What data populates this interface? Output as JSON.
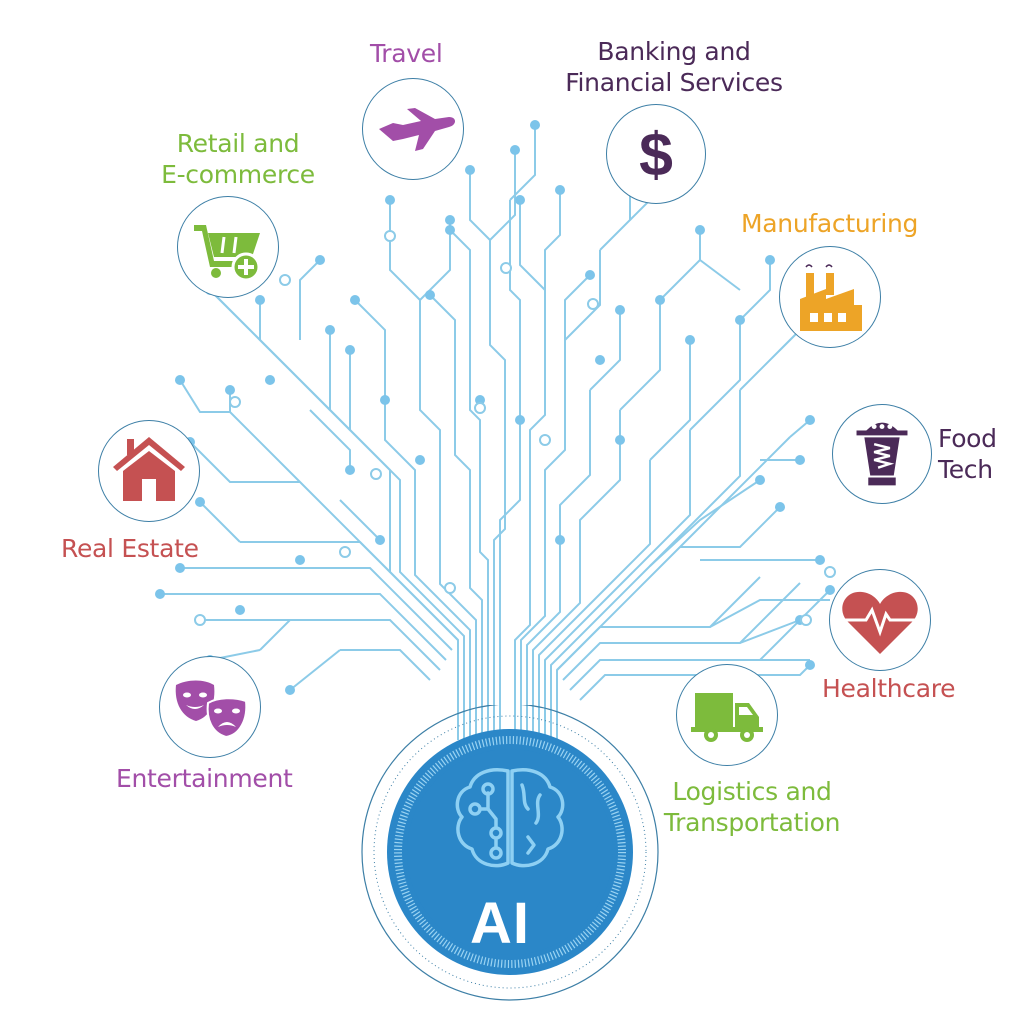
{
  "diagram": {
    "center": {
      "label": "AI",
      "icon": "brain-circuit-icon",
      "color": "#2b87c8"
    },
    "circuit_color": "#8ccbe8",
    "node_border_color": "#3d7fa6",
    "industries": [
      {
        "id": "travel",
        "label_lines": [
          "Travel"
        ],
        "icon": "airplane-icon",
        "color": "#a24ea8"
      },
      {
        "id": "banking",
        "label_lines": [
          "Banking and",
          "Financial Services"
        ],
        "icon": "dollar-sign-icon",
        "color": "#4b2a58"
      },
      {
        "id": "retail",
        "label_lines": [
          "Retail and",
          "E-commerce"
        ],
        "icon": "shopping-cart-add-icon",
        "color": "#7dbb3c"
      },
      {
        "id": "manufacturing",
        "label_lines": [
          "Manufacturing"
        ],
        "icon": "factory-icon",
        "color": "#eda427"
      },
      {
        "id": "foodtech",
        "label_lines": [
          "Food",
          "Tech"
        ],
        "icon": "food-machine-icon",
        "color": "#4b2a58"
      },
      {
        "id": "realestate",
        "label_lines": [
          "Real Estate"
        ],
        "icon": "house-icon",
        "color": "#c55152"
      },
      {
        "id": "healthcare",
        "label_lines": [
          "Healthcare"
        ],
        "icon": "heart-pulse-icon",
        "color": "#c55152"
      },
      {
        "id": "entertainment",
        "label_lines": [
          "Entertainment"
        ],
        "icon": "theater-masks-icon",
        "color": "#a24ea8"
      },
      {
        "id": "logistics",
        "label_lines": [
          "Logistics and",
          "Transportation"
        ],
        "icon": "delivery-truck-icon",
        "color": "#7dbb3c"
      }
    ]
  }
}
